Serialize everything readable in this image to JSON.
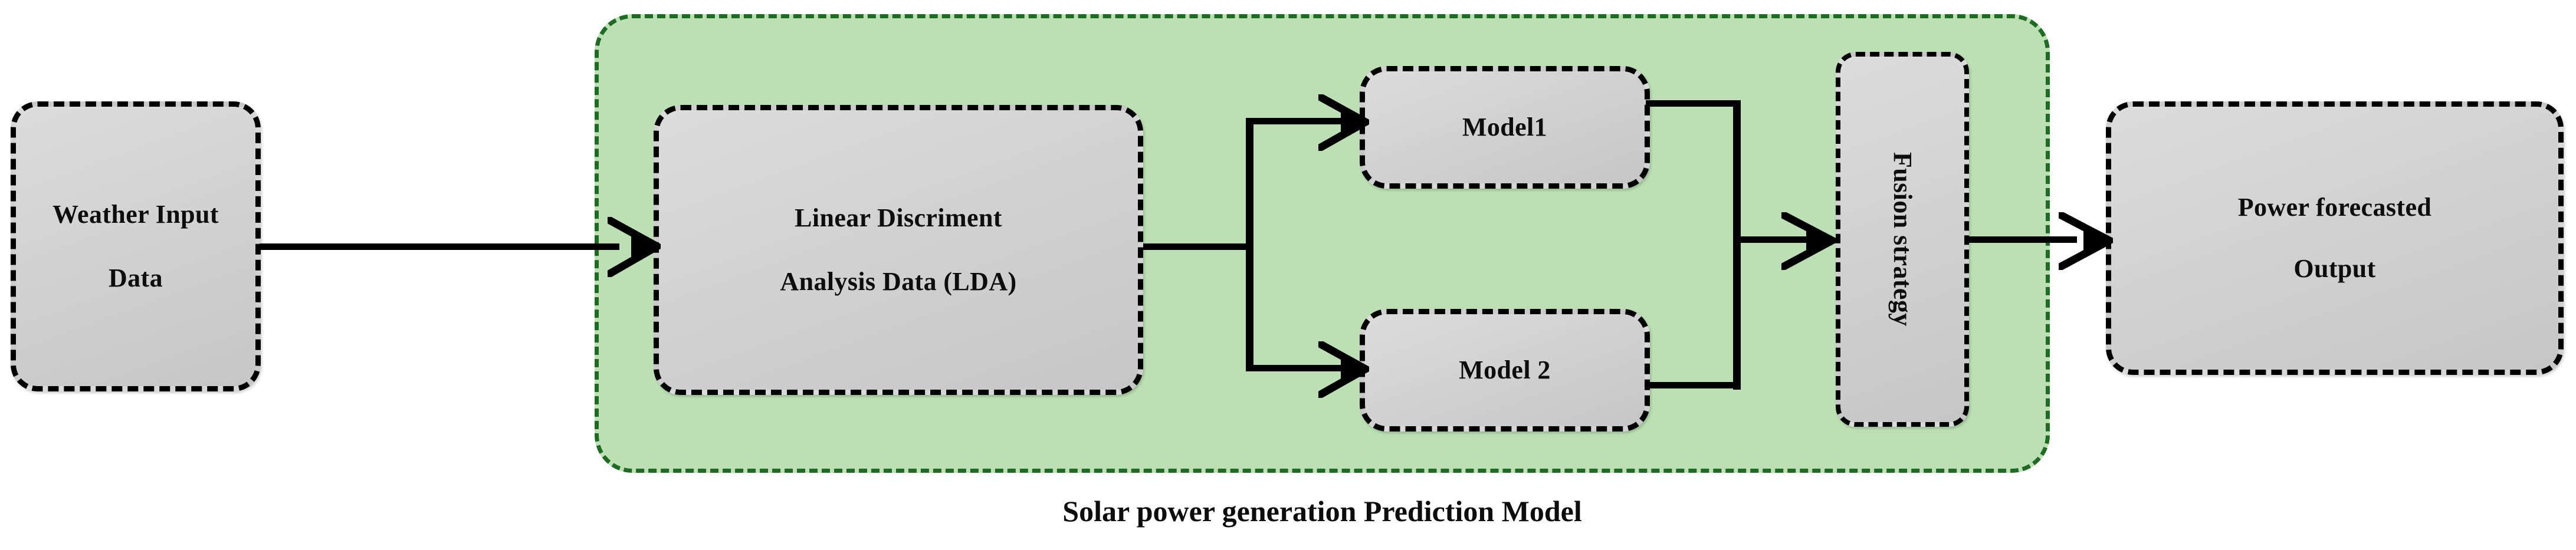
{
  "diagram": {
    "title": "Solar power generation Prediction Model",
    "group": {
      "label": "Solar power generation Prediction Model",
      "fill_color": "#bce0b4",
      "border_color": "#1e6b23"
    },
    "node_fill_color": "#d4d4d4",
    "node_border_color": "#000000",
    "nodes": {
      "weather": {
        "line1": "Weather Input",
        "line2": "Data"
      },
      "lda": {
        "line1": "Linear Discriment",
        "line2": "Analysis Data (LDA)"
      },
      "model1": {
        "label": "Model1"
      },
      "model2": {
        "label": "Model 2"
      },
      "fusion": {
        "label": "Fusion strategy"
      },
      "output": {
        "line1": "Power forecasted",
        "line2": "Output"
      }
    },
    "edges": [
      {
        "from": "weather",
        "to": "lda",
        "kind": "arrow"
      },
      {
        "from": "lda",
        "to": "model1",
        "kind": "arrow"
      },
      {
        "from": "lda",
        "to": "model2",
        "kind": "arrow"
      },
      {
        "from": "model1",
        "to": "fusion",
        "kind": "arrow"
      },
      {
        "from": "model2",
        "to": "fusion",
        "kind": "arrow"
      },
      {
        "from": "fusion",
        "to": "output",
        "kind": "arrow"
      }
    ]
  }
}
